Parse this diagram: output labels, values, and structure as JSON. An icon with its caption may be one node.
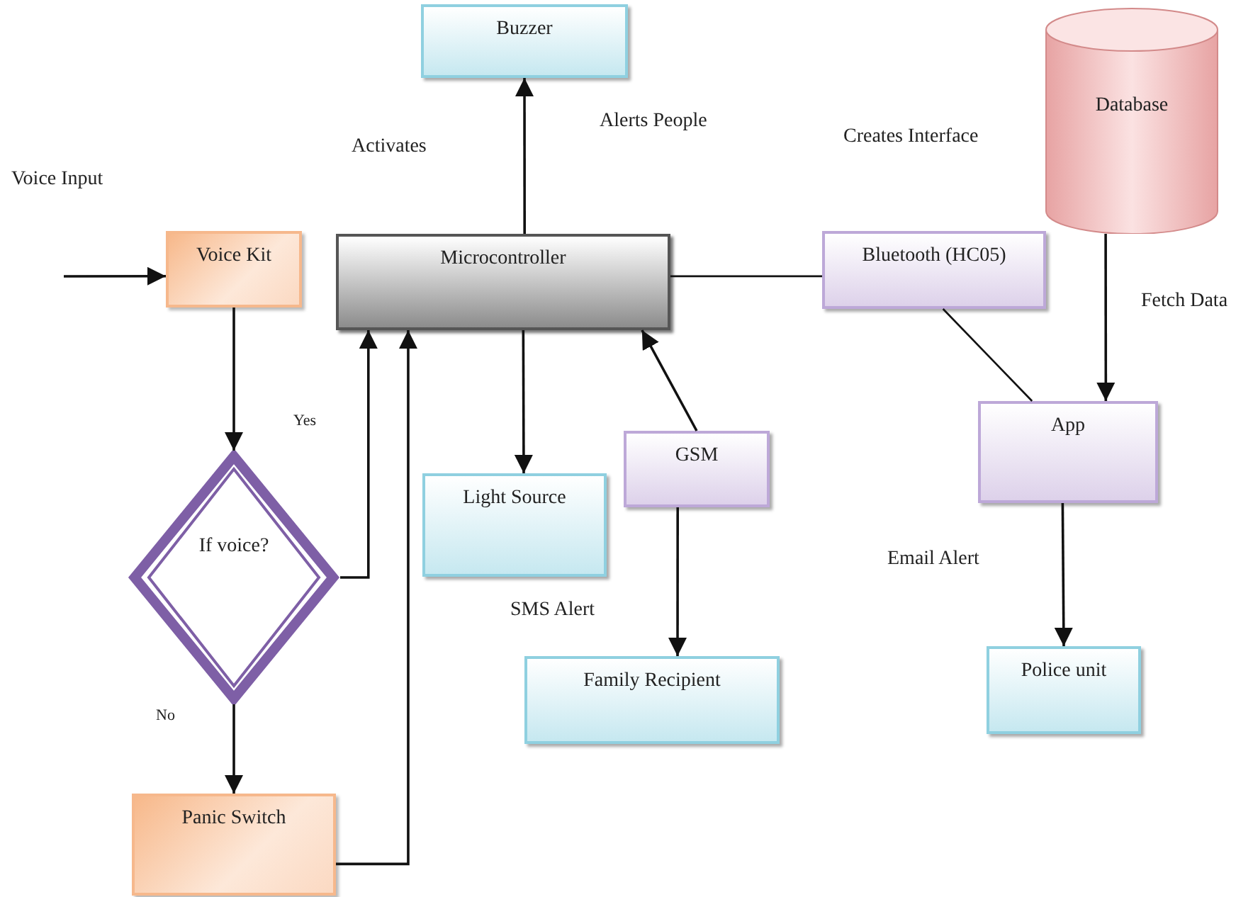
{
  "diagram": {
    "nodes": [
      {
        "text": [
          "Buzzer"
        ]
      },
      {
        "text": [
          "Voice Kit"
        ]
      },
      {
        "text": [
          "Microcontroller"
        ]
      },
      {
        "text": [
          "Bluetooth (HC05)"
        ]
      },
      {
        "text": [
          "Database"
        ]
      },
      {
        "text": [
          "If voice?"
        ]
      },
      {
        "text": [
          "Light Source"
        ]
      },
      {
        "text": [
          "GSM"
        ]
      },
      {
        "text": [
          "App"
        ]
      },
      {
        "text": [
          "Family Recipient"
        ]
      },
      {
        "text": [
          "Police unit"
        ]
      },
      {
        "text": [
          "Panic Switch"
        ]
      }
    ],
    "edges": [
      {
        "from": null,
        "to": 1,
        "arrow": "to"
      },
      {
        "from": 2,
        "to": 0,
        "arrow": "to"
      },
      {
        "from": 1,
        "to": 5,
        "arrow": "to"
      },
      {
        "from": 5,
        "to": 2,
        "arrow": "to"
      },
      {
        "from": 5,
        "to": 11,
        "arrow": "to"
      },
      {
        "from": 11,
        "to": 2,
        "arrow": "to"
      },
      {
        "from": 2,
        "to": 6,
        "arrow": "to"
      },
      {
        "from": 7,
        "to": 2,
        "arrow": "to"
      },
      {
        "from": 7,
        "to": 9,
        "arrow": "to"
      },
      {
        "from": 2,
        "to": 3,
        "arrow": "none"
      },
      {
        "from": 3,
        "to": 8,
        "arrow": "none"
      },
      {
        "from": 4,
        "to": 8,
        "arrow": "to"
      },
      {
        "from": 8,
        "to": 10,
        "arrow": "to"
      }
    ],
    "labels": [
      "Alerts People",
      "Creates Interface",
      "Activates",
      "Voice Input",
      "Fetch Data",
      "Yes",
      "Email Alert",
      "SMS Alert",
      "No"
    ]
  }
}
